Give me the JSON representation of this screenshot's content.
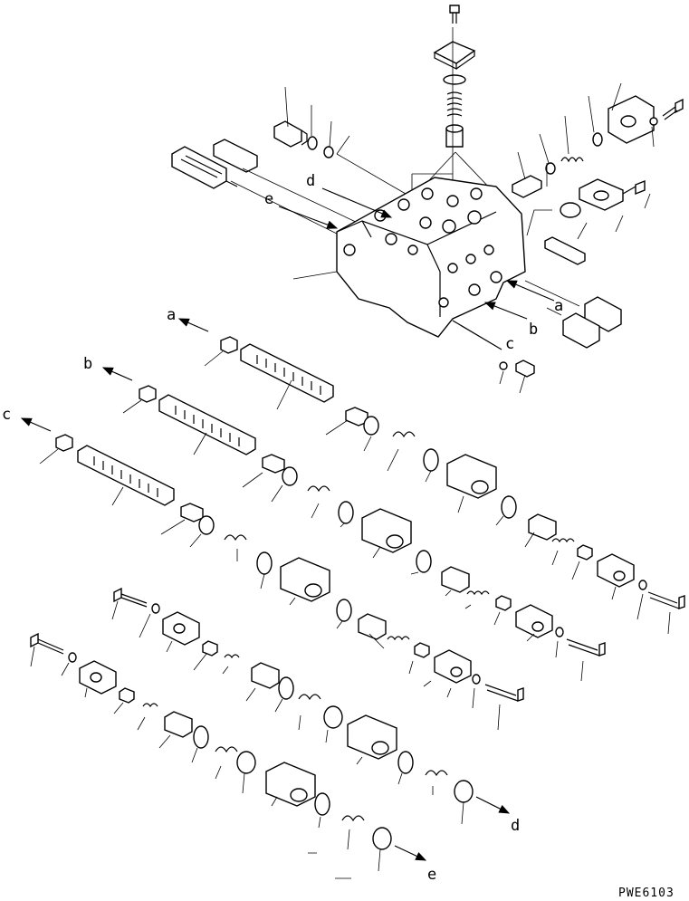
{
  "labels": {
    "a": "a",
    "b": "b",
    "c": "c",
    "d": "d",
    "e": "e"
  },
  "figure_code": "PWE6103"
}
